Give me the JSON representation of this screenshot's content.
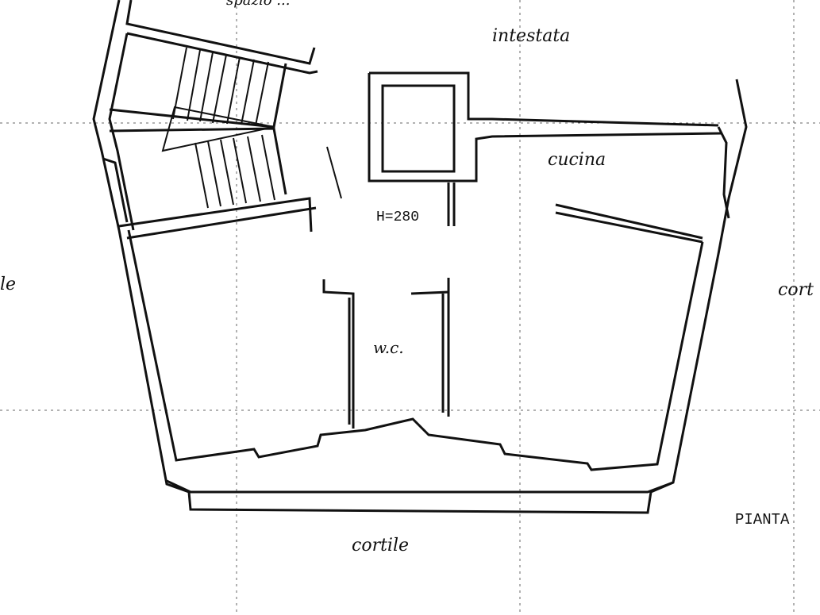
{
  "labels": {
    "top_scribble": "spazio ... ",
    "intestata": "intestata",
    "cucina": "cucina",
    "height": "H=280",
    "wc": "w.c.",
    "cortile_bottom": "cortile",
    "cortile_right": "cort",
    "cortile_left": "le",
    "pianta": "PIANTA"
  }
}
